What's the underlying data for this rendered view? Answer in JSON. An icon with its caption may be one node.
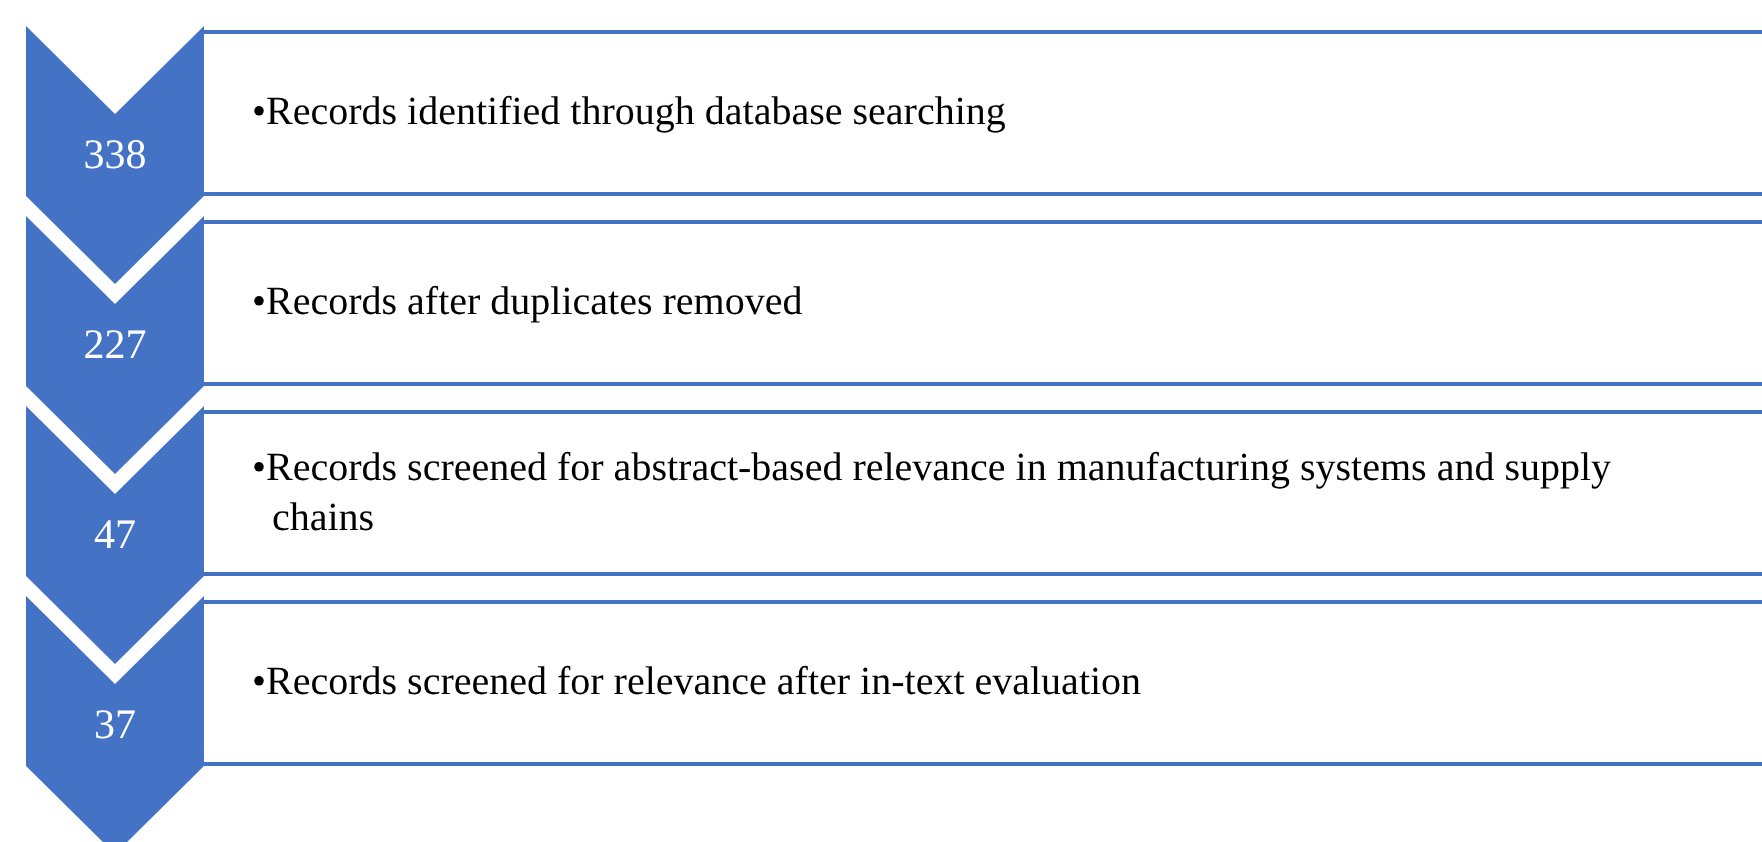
{
  "diagram": {
    "nodes": [
      {
        "text": [
          "338"
        ]
      },
      {
        "text": [
          "•Records identified through database searching"
        ]
      },
      {
        "text": [
          "227"
        ]
      },
      {
        "text": [
          "•Records after duplicates removed"
        ]
      },
      {
        "text": [
          "47"
        ]
      },
      {
        "text": [
          "•Records screened for abstract-based relevance in manufacturing systems and supply chains"
        ]
      },
      {
        "text": [
          "37"
        ]
      },
      {
        "text": [
          "•Records screened for relevance after in-text evaluation"
        ]
      }
    ]
  }
}
